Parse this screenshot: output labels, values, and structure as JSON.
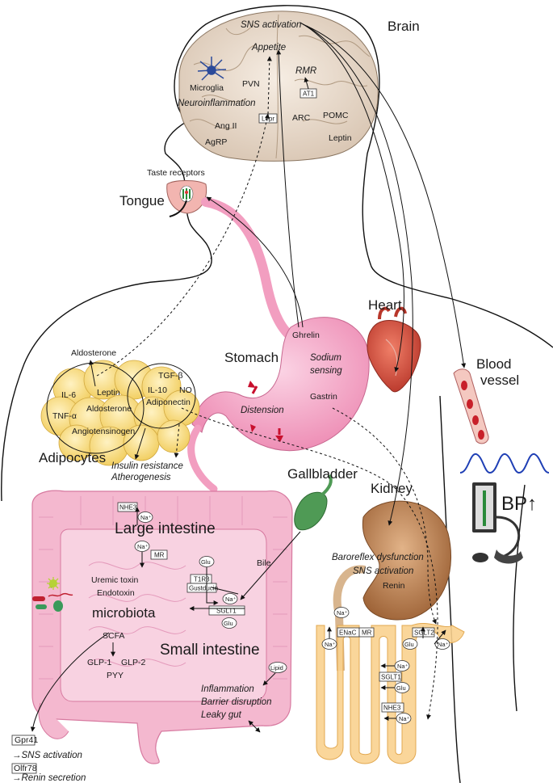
{
  "brain": {
    "title": "Brain",
    "sns": "SNS activation",
    "appetite": "Appetite",
    "rmr": "RMR",
    "at1": "AT1",
    "microglia": "Microglia",
    "pvn": "PVN",
    "neuro": "Neuroinflammation",
    "lepr": "Lepr",
    "arc": "ARC",
    "pomc": "POMC",
    "angii": "Ang II",
    "agrp": "AgRP",
    "leptin": "Leptin"
  },
  "tongue": {
    "taste": "Taste receptors",
    "title": "Tongue"
  },
  "heart": {
    "title": "Heart"
  },
  "vessel": {
    "line1": "Blood",
    "line2": "vessel",
    "bp": "BP↑"
  },
  "stomach": {
    "title": "Stomach",
    "ghrelin": "Ghrelin",
    "sodium1": "Sodium",
    "sodium2": "sensing",
    "gastrin": "Gastrin",
    "distension": "Distension"
  },
  "adipocytes": {
    "title": "Adipocytes",
    "aldosterone_top": "Aldosterone",
    "il6": "IL-6",
    "leptin": "Leptin",
    "aldosterone": "Aldosterone",
    "tnfa": "TNF-α",
    "angiotensinogen": "Angiotensinogen",
    "tgfb": "TGF-β",
    "il10": "IL-10",
    "no": "NO",
    "adiponectin": "Adiponectin",
    "insulin": "Insulin resistance",
    "athero": "Atherogenesis"
  },
  "gallbladder": {
    "title": "Gallbladder",
    "bile": "Bile"
  },
  "kidney": {
    "title": "Kidney",
    "baro": "Baroreflex dysfunction",
    "sns": "SNS activation",
    "renin": "Renin",
    "na": "Na⁺",
    "enac": "ENaC",
    "mr": "MR",
    "sglt2": "SGLT2",
    "sglt1": "SGLT1",
    "glu": "Glu",
    "nhe3": "NHE3"
  },
  "intestine": {
    "large": "Large intestine",
    "small": "Small intestine",
    "nhe3": "NHE3",
    "na": "Na⁺",
    "mr": "MR",
    "glu": "Glu",
    "t1r3": "T1R3",
    "gustducin": "Gustducin",
    "sglt1": "SGLT1",
    "uremic": "Uremic toxin",
    "endotoxin": "Endotoxin",
    "microbiota": "microbiota",
    "scfa": "SCFA",
    "glp1": "GLP-1",
    "glp2": "GLP-2",
    "pyy": "PYY",
    "lipid": "Lipid",
    "inflam": "Inflammation",
    "barrier": "Barrier disruption",
    "leaky": "Leaky gut"
  },
  "bottom": {
    "gpr41": "Gpr41",
    "sns": "→SNS activation",
    "olfr78": "Olfr78",
    "renin": "→Renin secretion"
  },
  "colors": {
    "brain": "#ede2d6",
    "intestine": "#f4b8cf",
    "stomach": "#f29ec0",
    "adipocyte": "#f7d97b",
    "kidney": "#b77b4a",
    "nephron": "#f9d28f",
    "gallbladder": "#4f9a55",
    "heart": "#d9473a",
    "wave": "#1f3fb5",
    "arrow_red": "#c8102e"
  }
}
